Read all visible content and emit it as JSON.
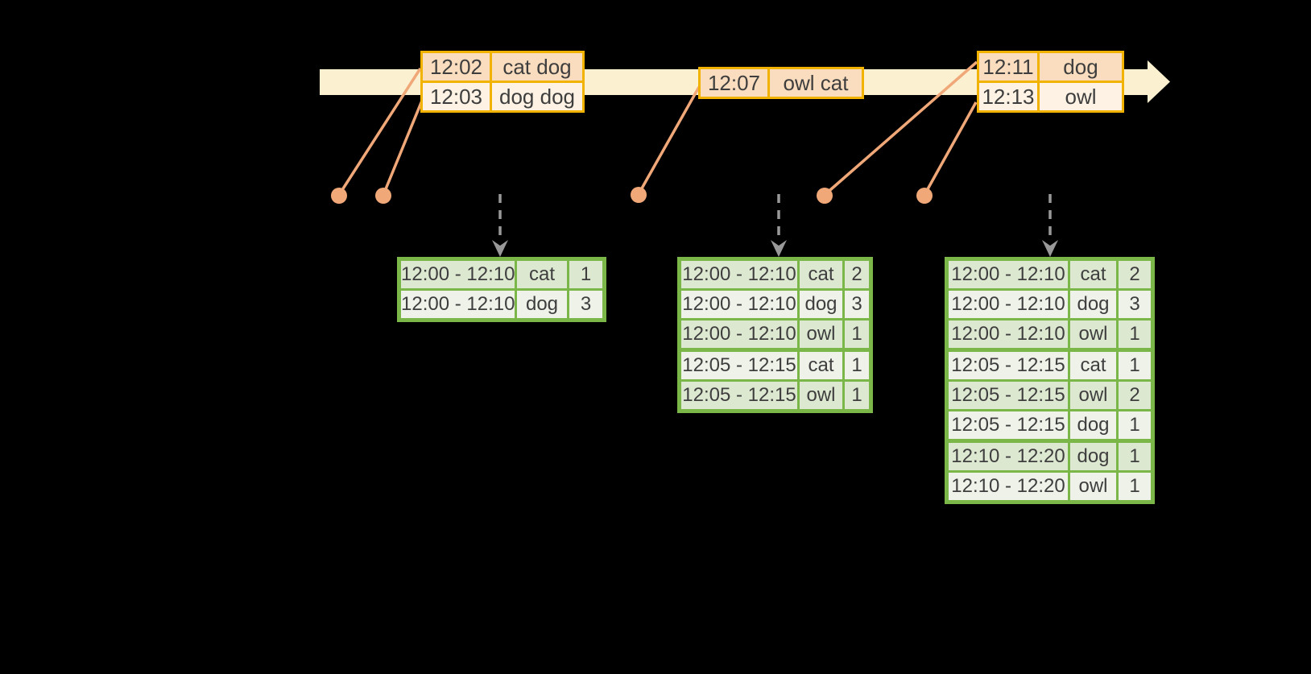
{
  "colors": {
    "background": "#000000",
    "timeline_bar": "#FBF1D1",
    "event_table_border": "#F2B200",
    "event_row_dark": "#FADDBE",
    "event_row_light": "#FDF2E3",
    "connector": "#F0A878",
    "trigger_arrow": "#999999",
    "result_table_border": "#7AB648",
    "result_row_dark": "#DDE8D1",
    "result_row_light": "#EEF2E8",
    "text": "#3E3E3E"
  },
  "event_tables": [
    {
      "rows": [
        {
          "time": "12:02",
          "words": "cat dog"
        },
        {
          "time": "12:03",
          "words": "dog dog"
        }
      ]
    },
    {
      "rows": [
        {
          "time": "12:07",
          "words": "owl cat"
        }
      ]
    },
    {
      "rows": [
        {
          "time": "12:11",
          "words": "dog"
        },
        {
          "time": "12:13",
          "words": "owl"
        }
      ]
    }
  ],
  "result_tables": [
    {
      "rows": [
        {
          "window": "12:00 - 12:10",
          "word": "cat",
          "count": 1
        },
        {
          "window": "12:00 - 12:10",
          "word": "dog",
          "count": 3
        }
      ]
    },
    {
      "rows": [
        {
          "window": "12:00 - 12:10",
          "word": "cat",
          "count": 2
        },
        {
          "window": "12:00 - 12:10",
          "word": "dog",
          "count": 3
        },
        {
          "window": "12:00 - 12:10",
          "word": "owl",
          "count": 1
        },
        {
          "window": "12:05 - 12:15",
          "word": "cat",
          "count": 1
        },
        {
          "window": "12:05 - 12:15",
          "word": "owl",
          "count": 1
        }
      ]
    },
    {
      "rows": [
        {
          "window": "12:00 - 12:10",
          "word": "cat",
          "count": 2
        },
        {
          "window": "12:00 - 12:10",
          "word": "dog",
          "count": 3
        },
        {
          "window": "12:00 - 12:10",
          "word": "owl",
          "count": 1
        },
        {
          "window": "12:05 - 12:15",
          "word": "cat",
          "count": 1
        },
        {
          "window": "12:05 - 12:15",
          "word": "owl",
          "count": 2
        },
        {
          "window": "12:05 - 12:15",
          "word": "dog",
          "count": 1
        },
        {
          "window": "12:10 - 12:20",
          "word": "dog",
          "count": 1
        },
        {
          "window": "12:10 - 12:20",
          "word": "owl",
          "count": 1
        }
      ]
    }
  ]
}
